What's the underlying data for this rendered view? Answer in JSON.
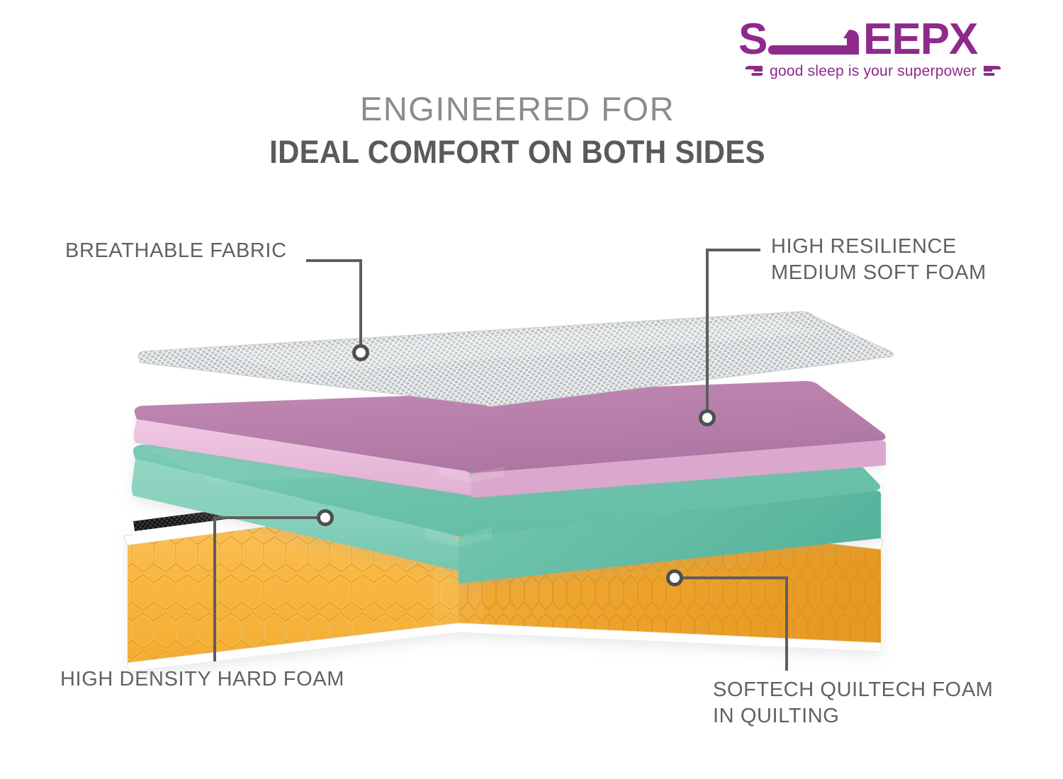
{
  "brand": {
    "name": "SLEEPX",
    "wordmark_parts": {
      "s": "S",
      "bed_l": "L",
      "rest": "EEPX"
    },
    "tagline": "good sleep is your superpower",
    "brand_color": "#8e2a8c",
    "left_icon": "wing-icon",
    "right_icon": "wing-icon"
  },
  "headings": {
    "top_line": "ENGINEERED FOR",
    "main_line": "IDEAL COMFORT ON BOTH SIDES",
    "top_color": "#8c8c8c",
    "main_color": "#5a5a5a"
  },
  "callouts": [
    {
      "id": "breathable-fabric",
      "label": "BREATHABLE FABRIC",
      "side": "left",
      "target_layer": "fabric"
    },
    {
      "id": "high-resilience-medium-soft-foam",
      "label": "HIGH RESILIENCE\nMEDIUM SOFT FOAM",
      "side": "right",
      "target_layer": "pink-foam"
    },
    {
      "id": "high-density-hard-foam",
      "label": "HIGH DENSITY HARD FOAM",
      "side": "left",
      "target_layer": "teal-foam"
    },
    {
      "id": "softech-quiltech-foam-in-quilting",
      "label": "SOFTECH QUILTECH FOAM\nIN QUILTING",
      "side": "right",
      "target_layer": "orange-quilted-base"
    }
  ],
  "layers": [
    {
      "id": "fabric",
      "name": "Breathable fabric sheet",
      "color": "#d8dadb",
      "texture": "woven-mesh"
    },
    {
      "id": "pink-foam",
      "name": "High resilience medium soft foam",
      "color_top": "#b880ab",
      "color_front": "#e9bcdb",
      "color_side": "#d9a6cb"
    },
    {
      "id": "teal-foam",
      "name": "High density hard foam",
      "color_top": "#6ec5ad",
      "color_front": "#8ed4c0",
      "color_side": "#5fb9a2"
    },
    {
      "id": "black-mesh",
      "name": "Black mesh spacer",
      "color": "#1b1b1b"
    },
    {
      "id": "orange-quilted-base",
      "name": "Softech quiltech foam in quilting",
      "color_top": "#f6b23f",
      "color_front": "#f9bb4d",
      "color_side": "#eda436",
      "piping": "#ffffff",
      "pattern": "honeycomb-quilt"
    }
  ],
  "leader_style": {
    "line_color": "#5e5e5e",
    "marker_fill": "#ffffff",
    "marker_stroke": "#4f4f4f"
  },
  "background": "#ffffff"
}
